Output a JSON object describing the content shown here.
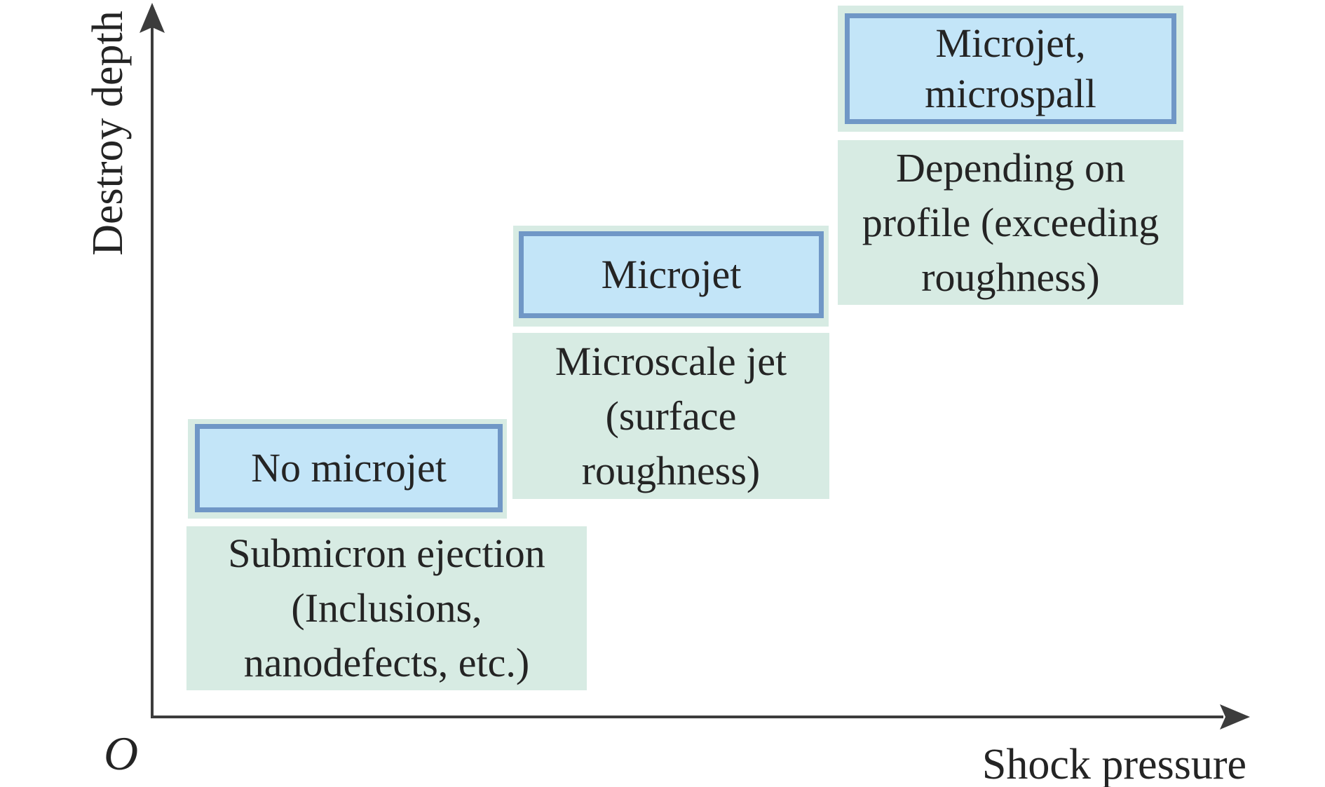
{
  "figure": {
    "y_axis_label": "Destroy depth",
    "x_axis_label": "Shock pressure",
    "origin_label": "O"
  },
  "stages": [
    {
      "box_label": "No microjet",
      "caption": "Submicron ejection\n(Inclusions,\nnanodefects, etc.)"
    },
    {
      "box_label": "Microjet",
      "caption": "Microscale jet\n(surface\nroughness)"
    },
    {
      "box_label": "Microjet,\nmicrospall",
      "caption": "Depending on\nprofile (exceeding\nroughness)"
    }
  ],
  "colors": {
    "stage_box_fill": "#c3e5f8",
    "stage_box_border": "#7097c6",
    "caption_fill": "#d7ebe3",
    "axis": "#3c3c3c",
    "text": "#242424",
    "background": "#ffffff"
  }
}
